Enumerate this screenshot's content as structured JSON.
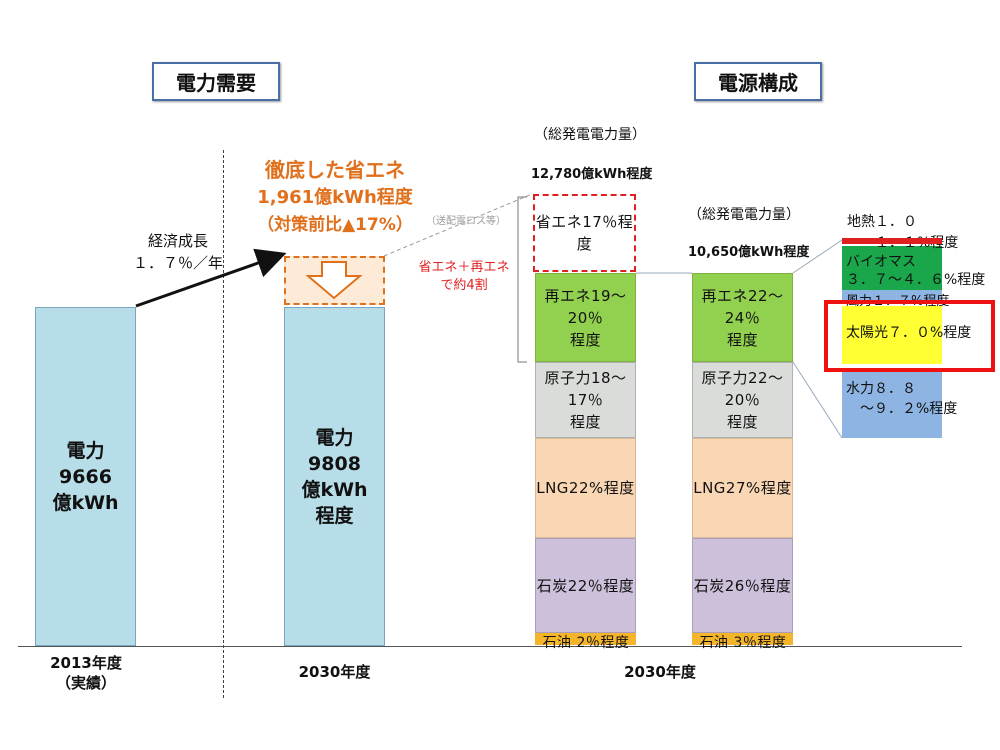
{
  "headers": {
    "demand": "電力需要",
    "supply": "電源構成"
  },
  "demand": {
    "bar2013": "電力\n9666\n億kWh",
    "bar2030": "電力\n9808\n億kWh\n程度",
    "growth": "経済成長\n１．７％／年",
    "savings_title": "徹底した省エネ",
    "savings_amount": "1,961億kWh程度",
    "savings_ratio": "（対策前比▲17%）",
    "loss_note": "（送配電ロス等）",
    "year2013": "2013年度\n（実績）",
    "year2030": "2030年度"
  },
  "supply": {
    "total_label_a": "（総発電電力量）",
    "total_value_a": "12,780億kWh程度",
    "total_label_b": "（総発電電力量）",
    "total_value_b": "10,650億kWh程度",
    "bracket_note": "省エネ＋再エネ\nで約4割",
    "year": "2030年度",
    "col1": {
      "energy_saving": "省エネ17％程度",
      "renewable": "再エネ19～20％\n程度",
      "nuclear": "原子力18～17％\n程度",
      "lng": "LNG22%程度",
      "coal": "石炭22％程度",
      "oil": "石油 2％程度"
    },
    "col2": {
      "renewable": "再エネ22～24％\n程度",
      "nuclear": "原子力22～20％\n程度",
      "lng": "LNG27%程度",
      "coal": "石炭26％程度",
      "oil": "石油 3％程度"
    },
    "breakdown": {
      "geothermal": "地熱１．０\n　～１．１%程度",
      "biomass": "バイオマス\n３．７～４．６%程度",
      "wind": "風力１．７%程度",
      "solar": "太陽光７．０%程度",
      "hydro": "水力８．８\n　～９．２%程度"
    }
  },
  "colors": {
    "bar": "#b7dde8",
    "renewable": "#92d050",
    "nuclear": "#d9dcd9",
    "lng": "#fad7b4",
    "coal": "#ccc0da",
    "oil": "#f5b52a",
    "geothermal": "#e02020",
    "biomass": "#1aa64a",
    "solar": "#ffff33",
    "hydro": "#8db4e2",
    "highlight": "#ee1111",
    "savings": "#e0701c"
  }
}
